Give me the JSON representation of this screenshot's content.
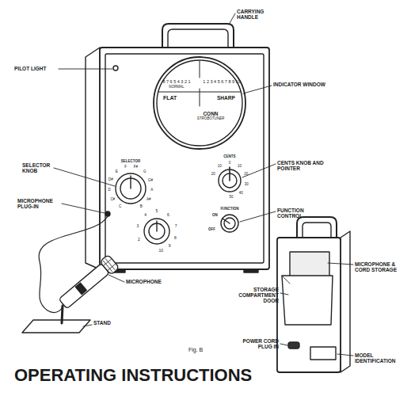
{
  "diagram": {
    "title": "OPERATING INSTRUCTIONS",
    "caption": "Fig. B",
    "labels": [
      "CARRYING HANDLE",
      "PILOT LIGHT",
      "INDICATOR WINDOW",
      "SELECTOR KNOB",
      "CENTS KNOB AND POINTER",
      "FUNCTION CONTROL",
      "MICROPHONE PLUG-IN",
      "MICROPHONE",
      "STAND",
      "STORAGE COMPARTMENT DOOR",
      "MICROPHONE & CORD STORAGE",
      "POWER CORD PLUG IN",
      "MODEL IDENTIFICATION",
      "8 7 6 5 4 3 2 1",
      "NORMAL",
      "1 2 3 4 5 6 7 8 9 10",
      "FLAT",
      "SHARP",
      "CONN",
      "STROBOTUNER",
      "SELECTOR",
      "CENTS",
      "FUNCTION",
      "ON",
      "OFF",
      "2",
      "3",
      "4",
      "5",
      "6",
      "7",
      "8",
      "9",
      "10",
      "20",
      "10",
      "0",
      "10",
      "20",
      "30",
      "40",
      "50",
      "C",
      "C#",
      "D",
      "D#",
      "E",
      "F",
      "F#",
      "G",
      "G#",
      "A",
      "A#",
      "B"
    ]
  }
}
